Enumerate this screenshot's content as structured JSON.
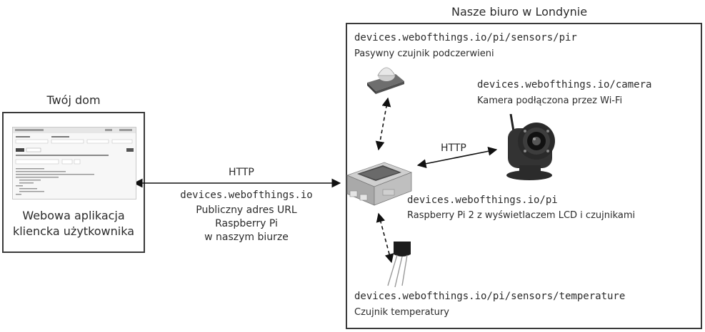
{
  "home": {
    "title": "Twój dom",
    "client_label_line1": "Webowa aplikacja",
    "client_label_line2": "kliencka użytkownika"
  },
  "office": {
    "title": "Nasze biuro w Londynie"
  },
  "link_home": {
    "protocol": "HTTP",
    "url": "devices.webofthings.io",
    "desc_line1": "Publiczny adres URL",
    "desc_line2": "Raspberry Pi",
    "desc_line3": "w naszym biurze"
  },
  "pir": {
    "url": "devices.webofthings.io/pi/sensors/pir",
    "desc": "Pasywny czujnik podczerwieni"
  },
  "camera": {
    "url": "devices.webofthings.io/camera",
    "desc": "Kamera podłączona przez Wi-Fi",
    "protocol": "HTTP"
  },
  "pi": {
    "url": "devices.webofthings.io/pi",
    "desc": "Raspberry Pi 2 z wyświetlaczem LCD i czujnikami"
  },
  "temperature": {
    "url": "devices.webofthings.io/pi/sensors/temperature",
    "desc": "Czujnik temperatury"
  }
}
